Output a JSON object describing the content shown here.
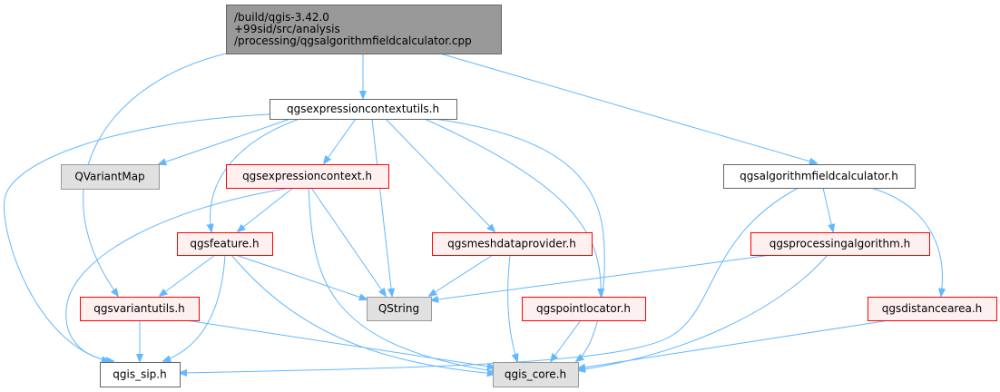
{
  "colors": {
    "edge": "#63b8ff",
    "root_fill": "#999999",
    "root_border": "#666666",
    "normal_fill": "#ffffff",
    "normal_border": "#666666",
    "truncated_fill": "#fff0f0",
    "truncated_border": "#ff0000",
    "external_fill": "#e0e0e0",
    "external_border": "#999999"
  },
  "nodes": [
    {
      "id": "root",
      "kind": "root",
      "lines": [
        "/build/qgis-3.42.0",
        "+99sid/src/analysis",
        "/processing/qgsalgorithmfieldcalculator.cpp"
      ]
    },
    {
      "id": "exprctxutils",
      "kind": "normal",
      "lines": [
        "qgsexpressioncontextutils.h"
      ]
    },
    {
      "id": "qvariantmap",
      "kind": "external",
      "lines": [
        "QVariantMap"
      ]
    },
    {
      "id": "exprctx",
      "kind": "truncated",
      "lines": [
        "qgsexpressioncontext.h"
      ]
    },
    {
      "id": "algfieldcalc",
      "kind": "normal",
      "lines": [
        "qgsalgorithmfieldcalculator.h"
      ]
    },
    {
      "id": "feature",
      "kind": "truncated",
      "lines": [
        "qgsfeature.h"
      ]
    },
    {
      "id": "meshdp",
      "kind": "truncated",
      "lines": [
        "qgsmeshdataprovider.h"
      ]
    },
    {
      "id": "procalg",
      "kind": "truncated",
      "lines": [
        "qgsprocessingalgorithm.h"
      ]
    },
    {
      "id": "variantutils",
      "kind": "truncated",
      "lines": [
        "qgsvariantutils.h"
      ]
    },
    {
      "id": "qstring",
      "kind": "external",
      "lines": [
        "QString"
      ]
    },
    {
      "id": "pointlocator",
      "kind": "truncated",
      "lines": [
        "qgspointlocator.h"
      ]
    },
    {
      "id": "distancearea",
      "kind": "truncated",
      "lines": [
        "qgsdistancearea.h"
      ]
    },
    {
      "id": "qgissip",
      "kind": "normal",
      "lines": [
        "qgis_sip.h"
      ]
    },
    {
      "id": "qgiscore",
      "kind": "external",
      "lines": [
        "qgis_core.h"
      ]
    }
  ],
  "edges": [
    {
      "from": "root",
      "to": "exprctxutils"
    },
    {
      "from": "root",
      "to": "variantutils"
    },
    {
      "from": "root",
      "to": "algfieldcalc"
    },
    {
      "from": "exprctxutils",
      "to": "qvariantmap"
    },
    {
      "from": "exprctxutils",
      "to": "exprctx"
    },
    {
      "from": "exprctxutils",
      "to": "feature"
    },
    {
      "from": "exprctxutils",
      "to": "meshdp"
    },
    {
      "from": "exprctxutils",
      "to": "qstring"
    },
    {
      "from": "exprctxutils",
      "to": "pointlocator"
    },
    {
      "from": "exprctxutils",
      "to": "qgissip"
    },
    {
      "from": "exprctxutils",
      "to": "qgiscore"
    },
    {
      "from": "exprctx",
      "to": "feature"
    },
    {
      "from": "exprctx",
      "to": "qstring"
    },
    {
      "from": "exprctx",
      "to": "qgissip"
    },
    {
      "from": "exprctx",
      "to": "qgiscore"
    },
    {
      "from": "feature",
      "to": "variantutils"
    },
    {
      "from": "feature",
      "to": "qstring"
    },
    {
      "from": "feature",
      "to": "qgissip"
    },
    {
      "from": "feature",
      "to": "qgiscore"
    },
    {
      "from": "variantutils",
      "to": "qgissip"
    },
    {
      "from": "variantutils",
      "to": "qgiscore"
    },
    {
      "from": "meshdp",
      "to": "qstring"
    },
    {
      "from": "meshdp",
      "to": "qgiscore"
    },
    {
      "from": "pointlocator",
      "to": "qgiscore"
    },
    {
      "from": "algfieldcalc",
      "to": "procalg"
    },
    {
      "from": "algfieldcalc",
      "to": "distancearea"
    },
    {
      "from": "algfieldcalc",
      "to": "qgissip"
    },
    {
      "from": "procalg",
      "to": "qstring"
    },
    {
      "from": "procalg",
      "to": "qgiscore"
    },
    {
      "from": "distancearea",
      "to": "qgiscore"
    }
  ]
}
